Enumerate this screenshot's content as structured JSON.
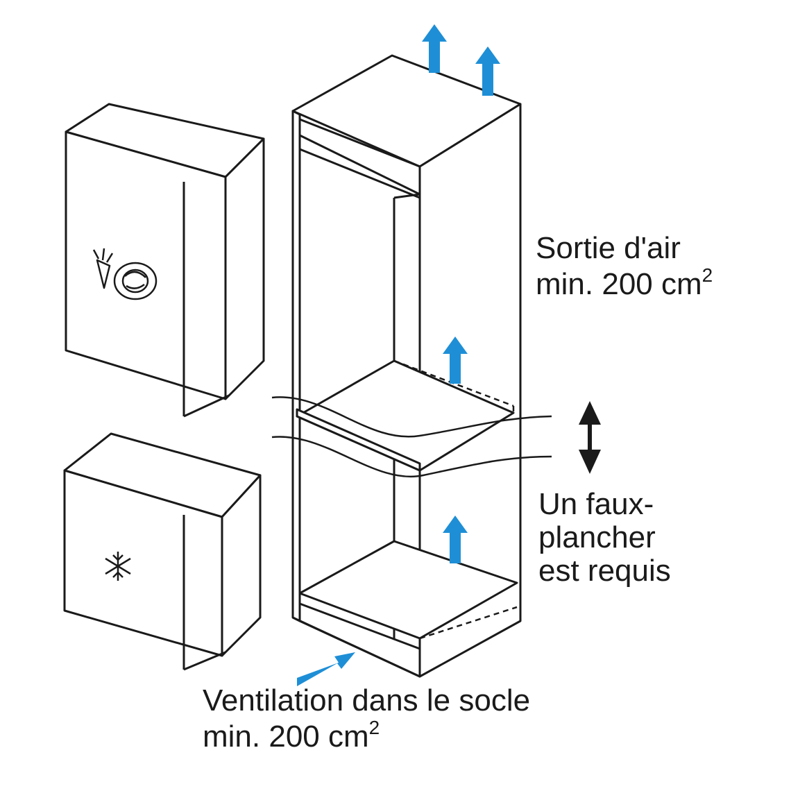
{
  "labels": {
    "air_outlet": {
      "line1": "Sortie d'air",
      "line2_prefix": "min. 200 cm",
      "line2_sup": "2"
    },
    "false_floor": {
      "line1": "Un faux-",
      "line2": "plancher",
      "line3": "est requis"
    },
    "plinth_ventilation": {
      "line1": "Ventilation dans le socle",
      "line2_prefix": "min. 200 cm",
      "line2_sup": "2"
    }
  },
  "colors": {
    "arrow": "#1e8fd6",
    "line": "#1a1a1a",
    "face": "#ffffff"
  },
  "icons": [
    "carrot-icon",
    "cabbage-icon",
    "snowflake-icon",
    "up-arrow-icon",
    "right-arrow-icon",
    "double-arrow-icon"
  ]
}
